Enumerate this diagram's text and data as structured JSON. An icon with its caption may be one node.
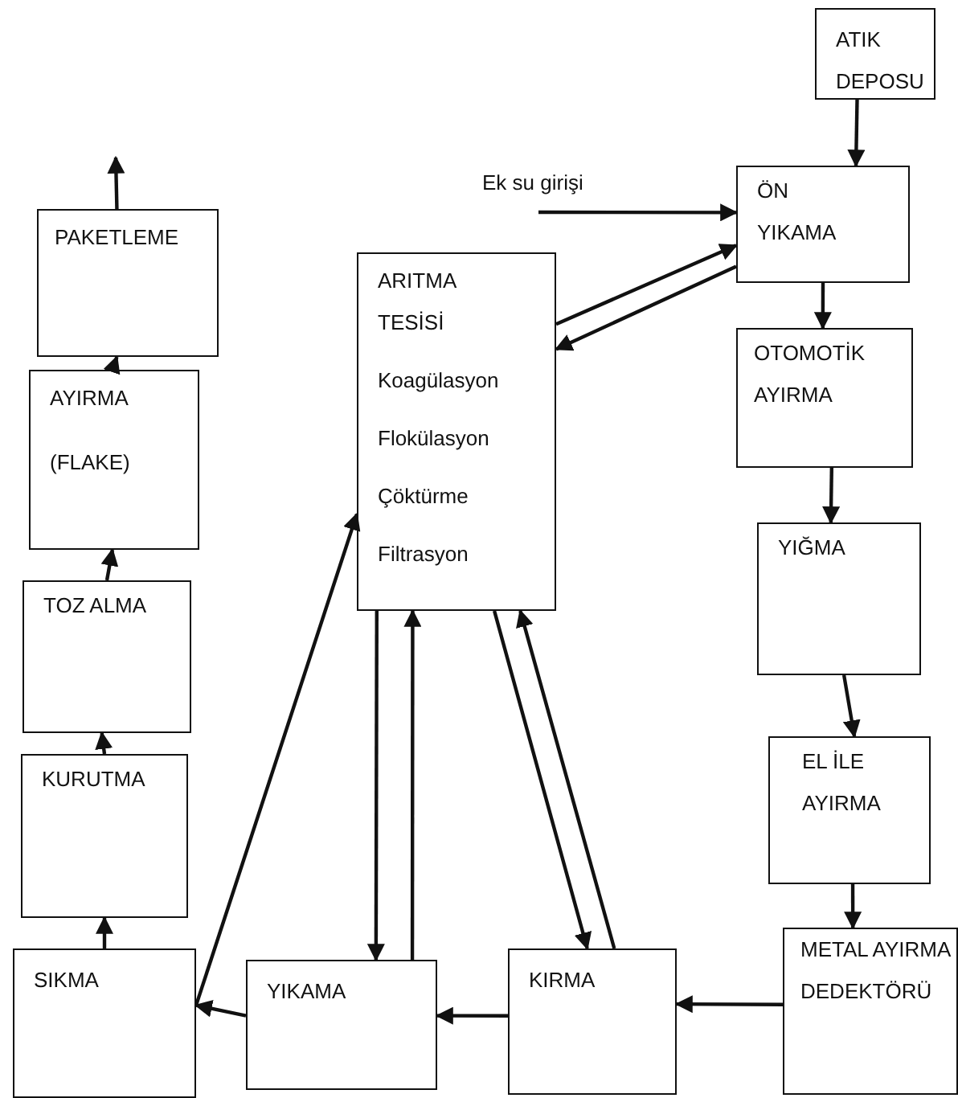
{
  "diagram": {
    "nodes": [
      {
        "text": [
          "ATIK DEPOSU"
        ]
      },
      {
        "text": [
          "ÖN YIKAMA"
        ]
      },
      {
        "text": [
          "ARITMA TESİSİ",
          "Koagülasyon",
          "Flokülasyon",
          "Çöktürme",
          "Filtrasyon"
        ]
      },
      {
        "text": [
          "OTOMOTİK AYIRMA"
        ]
      },
      {
        "text": [
          "YIĞMA"
        ]
      },
      {
        "text": [
          "EL İLE AYIRMA"
        ]
      },
      {
        "text": [
          "METAL AYIRMA DEDEKTÖRÜ"
        ]
      },
      {
        "text": [
          "KIRMA"
        ]
      },
      {
        "text": [
          "YIKAMA"
        ]
      },
      {
        "text": [
          "SIKMA"
        ]
      },
      {
        "text": [
          "KURUTMA"
        ]
      },
      {
        "text": [
          "TOZ ALMA"
        ]
      },
      {
        "text": [
          "AYIRMA",
          "(FLAKE)"
        ]
      },
      {
        "text": [
          "PAKETLEME"
        ]
      }
    ],
    "edges": [
      {
        "from": 0,
        "to": 1,
        "arrow": "to"
      },
      {
        "from": null,
        "to": 1,
        "arrow": "to",
        "label": "Ek su girişi"
      },
      {
        "from": 2,
        "to": 1,
        "arrow": "to"
      },
      {
        "from": 1,
        "to": 2,
        "arrow": "to"
      },
      {
        "from": 1,
        "to": 3,
        "arrow": "to"
      },
      {
        "from": 3,
        "to": 4,
        "arrow": "to"
      },
      {
        "from": 4,
        "to": 5,
        "arrow": "to"
      },
      {
        "from": 5,
        "to": 6,
        "arrow": "to"
      },
      {
        "from": 6,
        "to": 7,
        "arrow": "to"
      },
      {
        "from": 7,
        "to": 8,
        "arrow": "to"
      },
      {
        "from": 8,
        "to": 9,
        "arrow": "to"
      },
      {
        "from": 9,
        "to": 2,
        "arrow": "to"
      },
      {
        "from": 2,
        "to": 8,
        "arrow": "to"
      },
      {
        "from": 8,
        "to": 2,
        "arrow": "to"
      },
      {
        "from": 2,
        "to": 7,
        "arrow": "to"
      },
      {
        "from": 7,
        "to": 2,
        "arrow": "to"
      },
      {
        "from": 9,
        "to": 10,
        "arrow": "to"
      },
      {
        "from": 10,
        "to": 11,
        "arrow": "to"
      },
      {
        "from": 11,
        "to": 12,
        "arrow": "to"
      },
      {
        "from": 12,
        "to": 13,
        "arrow": "to"
      },
      {
        "from": 13,
        "to": null,
        "arrow": "to"
      }
    ]
  }
}
